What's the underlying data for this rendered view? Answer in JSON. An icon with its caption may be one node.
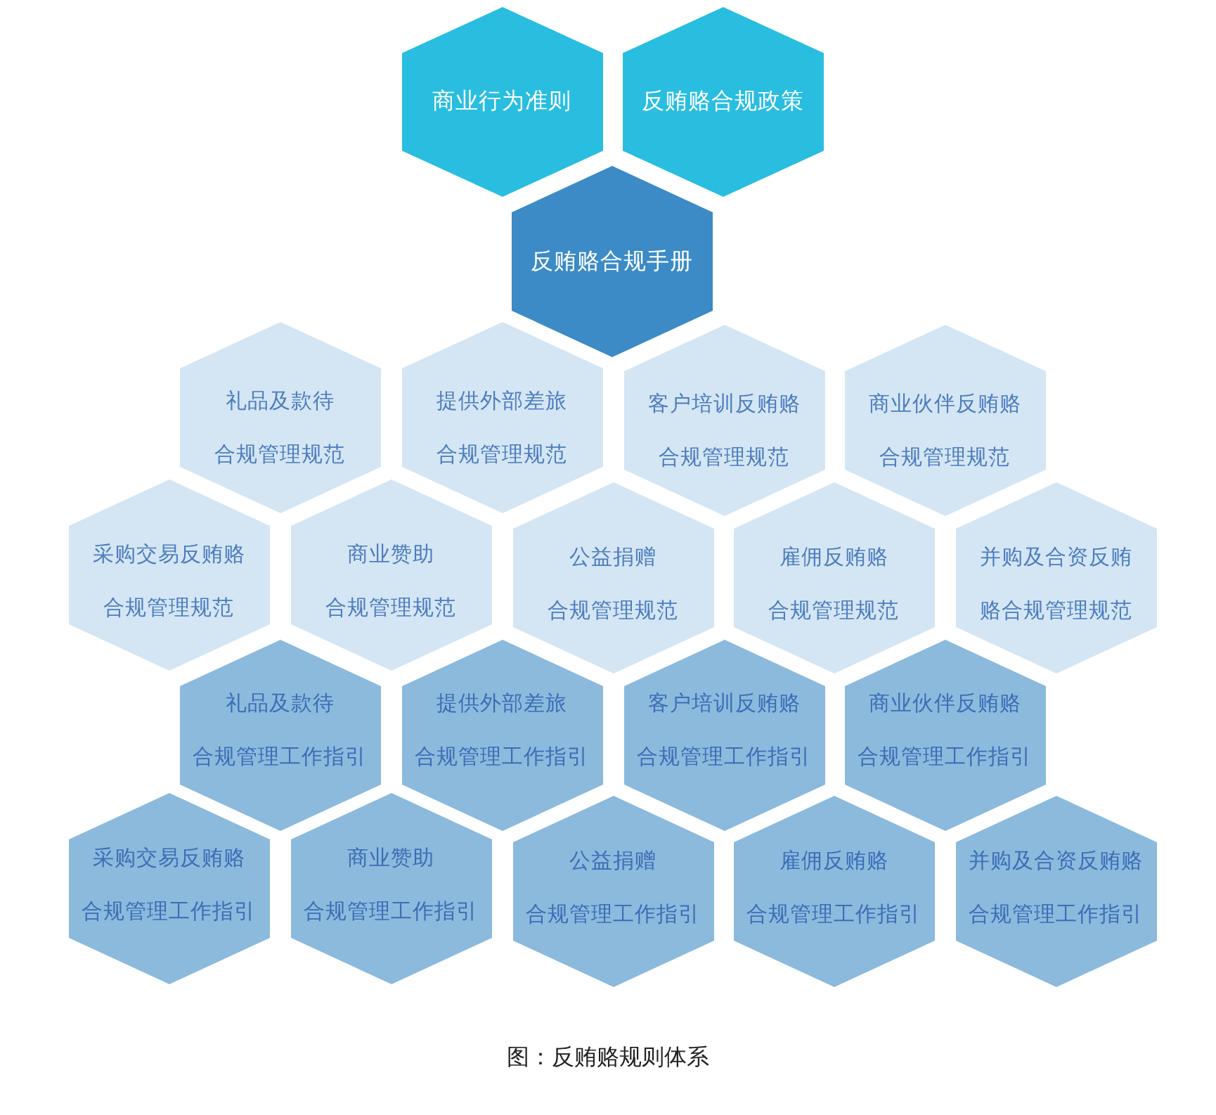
{
  "diagram": {
    "caption": "图：反贿赂规则体系",
    "nodes": [
      {
        "text": [
          "商业行为准则"
        ]
      },
      {
        "text": [
          "反贿赂合规政策"
        ]
      },
      {
        "text": [
          "反贿赂合规手册"
        ]
      },
      {
        "text": [
          "礼品及款待合规管理规范"
        ]
      },
      {
        "text": [
          "提供外部差旅合规管理规范"
        ]
      },
      {
        "text": [
          "客户培训反贿赂合规管理规范"
        ]
      },
      {
        "text": [
          "商业伙伴反贿赂合规管理规范"
        ]
      },
      {
        "text": [
          "采购交易反贿赂合规管理规范"
        ]
      },
      {
        "text": [
          "商业赞助合规管理规范"
        ]
      },
      {
        "text": [
          "公益捐赠合规管理规范"
        ]
      },
      {
        "text": [
          "雇佣反贿赂合规管理规范"
        ]
      },
      {
        "text": [
          "并购及合资反贿赂合规管理规范"
        ]
      },
      {
        "text": [
          "礼品及款待合规管理工作指引"
        ]
      },
      {
        "text": [
          "提供外部差旅合规管理工作指引"
        ]
      },
      {
        "text": [
          "客户培训反贿赂合规管理工作指引"
        ]
      },
      {
        "text": [
          "商业伙伴反贿赂合规管理工作指引"
        ]
      },
      {
        "text": [
          "采购交易反贿赂合规管理工作指引"
        ]
      },
      {
        "text": [
          "商业赞助合规管理工作指引"
        ]
      },
      {
        "text": [
          "公益捐赠合规管理工作指引"
        ]
      },
      {
        "text": [
          "雇佣反贿赂合规管理工作指引"
        ]
      },
      {
        "text": [
          "并购及合资反贿赂合规管理工作指引"
        ]
      }
    ]
  }
}
